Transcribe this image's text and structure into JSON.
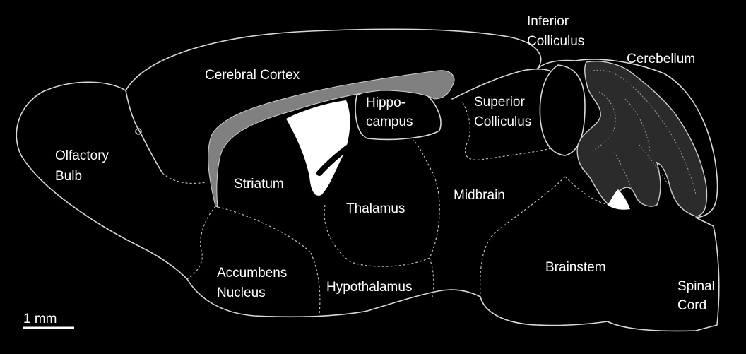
{
  "colors": {
    "background": "#000000",
    "outline": "#d8d8d8",
    "white_matter": "#808080",
    "ventricle": "#ffffff"
  },
  "labels": {
    "cerebral_cortex": "Cerebral Cortex",
    "olfactory_bulb_1": "Olfactory",
    "olfactory_bulb_2": "Bulb",
    "hippocampus_1": "Hippo-",
    "hippocampus_2": "campus",
    "superior_colliculus_1": "Superior",
    "superior_colliculus_2": "Colliculus",
    "inferior_colliculus_1": "Inferior",
    "inferior_colliculus_2": "Colliculus",
    "cerebellum": "Cerebellum",
    "striatum": "Striatum",
    "thalamus": "Thalamus",
    "midbrain": "Midbrain",
    "accumbens_1": "Accumbens",
    "accumbens_2": "Nucleus",
    "hypothalamus": "Hypothalamus",
    "brainstem": "Brainstem",
    "spinal_cord_1": "Spinal",
    "spinal_cord_2": "Cord"
  },
  "scale_bar": {
    "label": "1 mm"
  },
  "icons": [
    "brain-outline",
    "corpus-callosum-shape",
    "lateral-ventricle-shape",
    "cerebellum-folia-shape"
  ]
}
